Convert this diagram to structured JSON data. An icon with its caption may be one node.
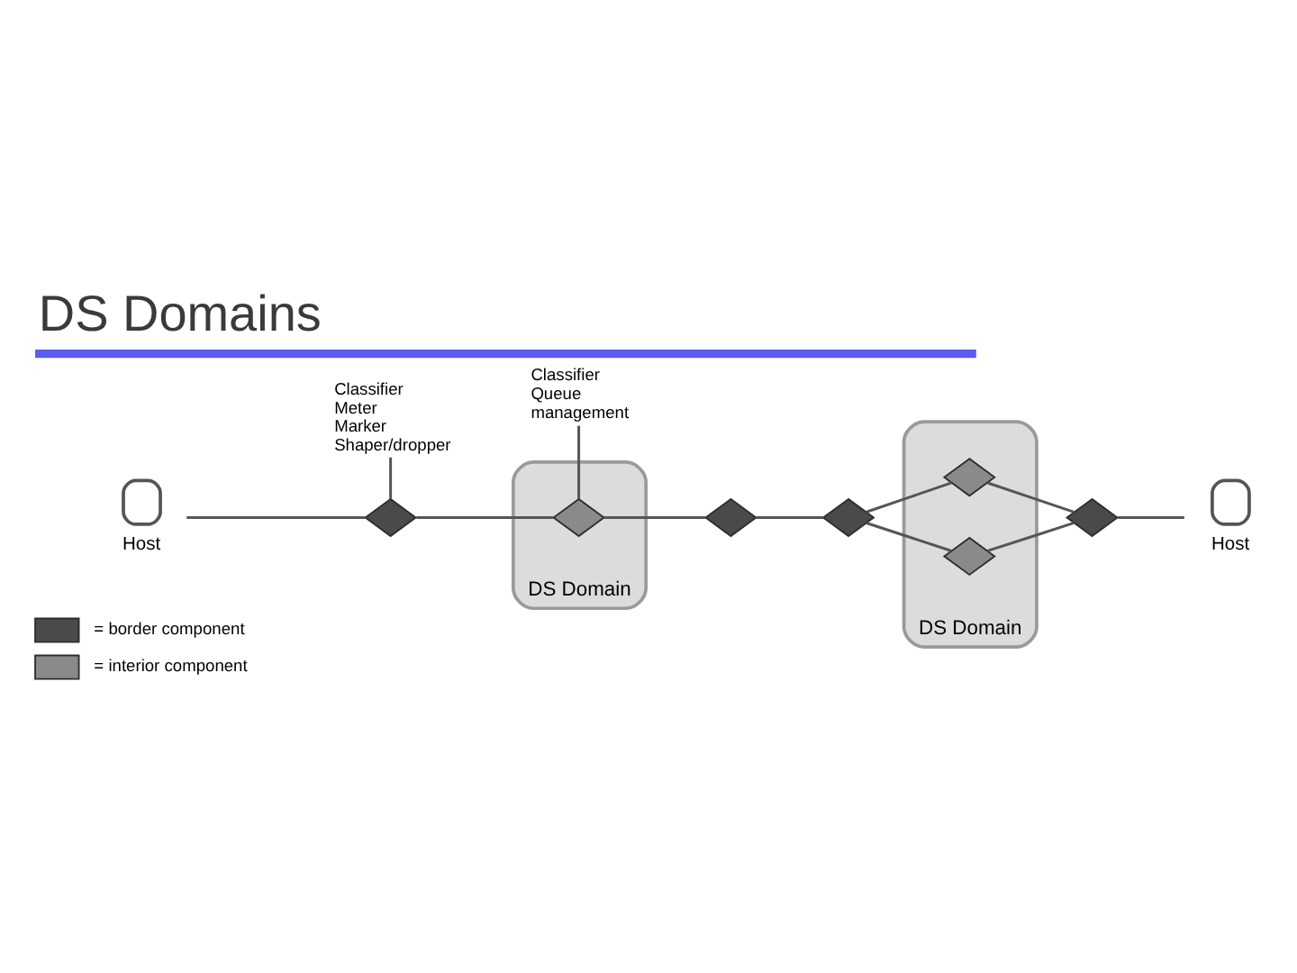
{
  "diagram": {
    "title": "DS Domains",
    "nodes": [
      {
        "text": [
          "Classifier Meter Marker Shaper/dropper"
        ]
      },
      {
        "text": [
          "Classifier Queue management"
        ]
      },
      {
        "text": [
          "DS Domain"
        ]
      },
      {
        "text": [],
        "shape": "diamond"
      },
      {
        "text": [],
        "shape": "diamond",
        "in": 2
      },
      {
        "text": [],
        "shape": "diamond"
      },
      {
        "text": [
          "DS Domain"
        ]
      },
      {
        "text": [],
        "shape": "diamond"
      },
      {
        "text": [],
        "shape": "diamond",
        "in": 6
      },
      {
        "text": [],
        "shape": "diamond",
        "in": 6
      },
      {
        "text": [],
        "shape": "diamond"
      },
      {
        "text": [
          "Host"
        ]
      },
      {
        "text": [
          "Host"
        ]
      }
    ],
    "edges": [
      {
        "from": 0,
        "to": 3,
        "arrow": "none"
      },
      {
        "from": 1,
        "to": 4,
        "arrow": "none"
      },
      {
        "from": 11,
        "to": 3,
        "arrow": "none"
      },
      {
        "from": 3,
        "to": 4,
        "arrow": "none"
      },
      {
        "from": 4,
        "to": 5,
        "arrow": "none"
      },
      {
        "from": 5,
        "to": 7,
        "arrow": "none"
      },
      {
        "from": 7,
        "to": 8,
        "arrow": "none"
      },
      {
        "from": 7,
        "to": 9,
        "arrow": "none"
      },
      {
        "from": 8,
        "to": 10,
        "arrow": "none"
      },
      {
        "from": 9,
        "to": 10,
        "arrow": "none"
      },
      {
        "from": 10,
        "to": 12,
        "arrow": "none"
      }
    ],
    "legend": [
      {
        "text": "= border component",
        "color": "#4a4a4a"
      },
      {
        "text": "= interior component",
        "color": "#8a8a8a"
      }
    ]
  }
}
